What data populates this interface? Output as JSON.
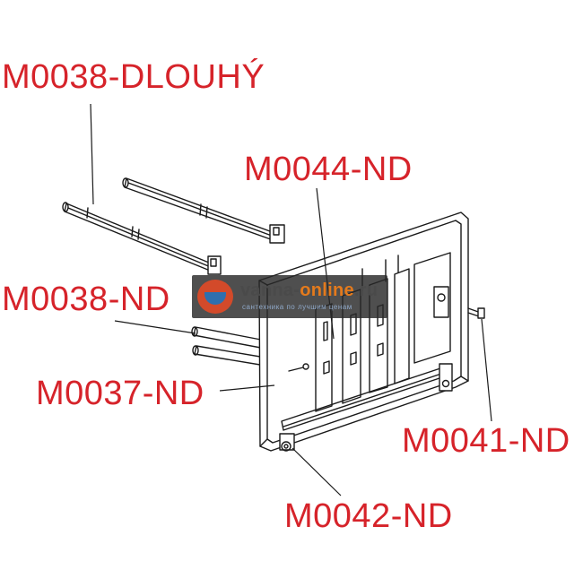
{
  "labels": {
    "m0038_dlouhy": "M0038-DLOUHÝ",
    "m0044_nd": "M0044-ND",
    "m0038_nd": "M0038-ND",
    "m0037_nd": "M0037-ND",
    "m0041_nd": "M0041-ND",
    "m0042_nd": "M0042-ND"
  },
  "watermark": {
    "title_part1": "vanna-",
    "title_part2": "online",
    "title_part3": ".ru",
    "subtitle": "сантехника по лучшим ценам"
  },
  "colors": {
    "label": "#d6232a",
    "line": "#1a1a1a",
    "leader": "#d6232a"
  }
}
